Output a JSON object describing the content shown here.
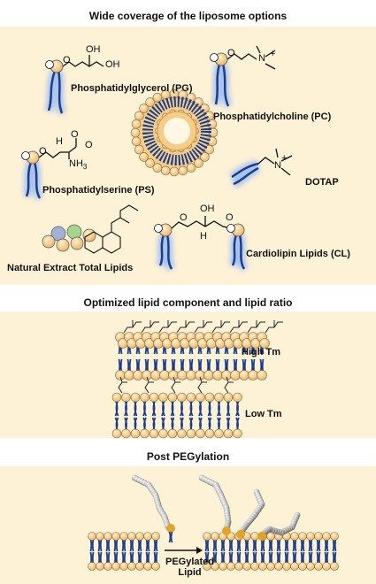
{
  "sections": {
    "coverage_title": "Wide coverage of the liposome options",
    "optimized_title": "Optimized lipid component and lipid ratio",
    "peg_title": "Post PEGylation"
  },
  "lipids": {
    "pg": "Phosphatidylglycerol (PG)",
    "pc": "Phosphatidylcholine (PC)",
    "ps": "Phosphatidylserine (PS)",
    "dotap": "DOTAP",
    "natural": "Natural Extract Total Lipids",
    "cl": "Cardiolipin Lipids (CL)"
  },
  "chem": {
    "oh": "OH",
    "o": "O",
    "h": "H",
    "n": "N",
    "nh3": "NH",
    "nh3_sub": "3",
    "minus": "−",
    "plus": "+"
  },
  "tm": {
    "high": "High Tm",
    "low": "Low Tm"
  },
  "peg": {
    "label_line1": "PEGylated",
    "label_line2": "Lipid"
  },
  "colors": {
    "panel": "#fdf1d6",
    "head_group": "#f5cd8a",
    "tail": "#1a3e8c",
    "glow": "#a9c3ee"
  }
}
